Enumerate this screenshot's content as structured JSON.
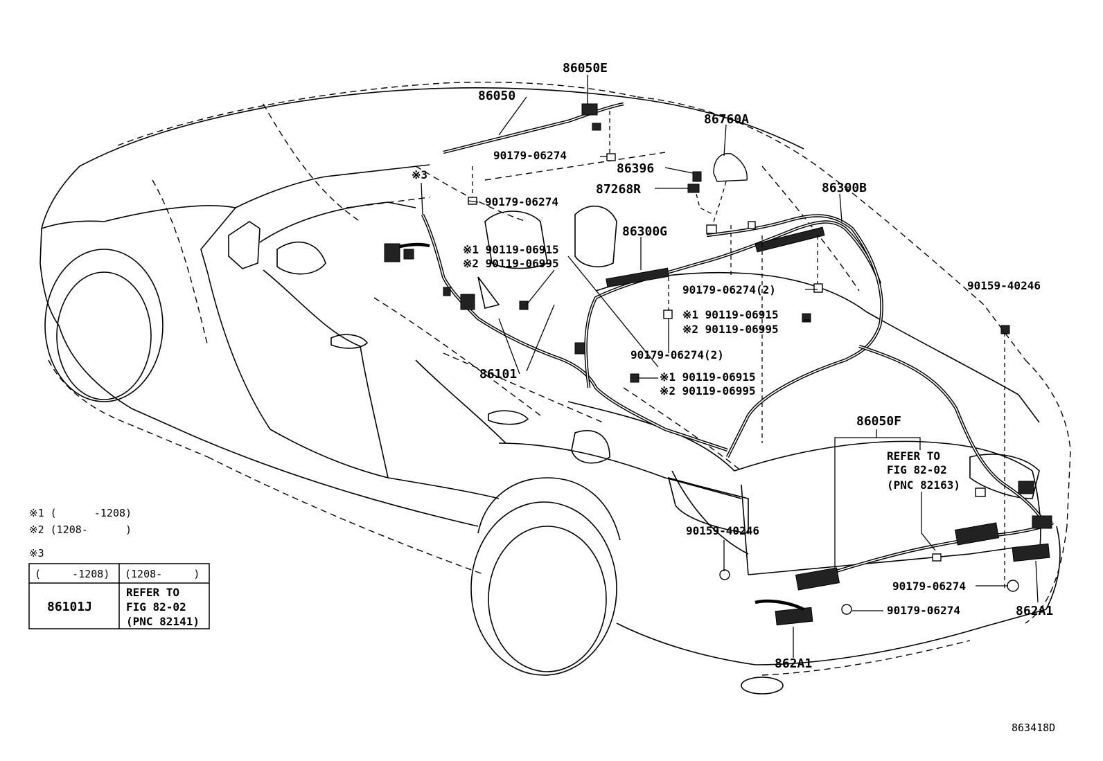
{
  "callouts": {
    "c86050E": "86050E",
    "c86050": "86050",
    "c86760A": "86760A",
    "c86396": "86396",
    "c87268R": "87268R",
    "c86300B": "86300B",
    "c86300G": "86300G",
    "c90179_a": "90179-06274",
    "c90179_b": "90179-06274",
    "c90179_c": "90179-06274(2)",
    "c90179_d": "90179-06274(2)",
    "c90179_e": "90179-06274",
    "c90179_f": "90179-06274",
    "c86101": "86101",
    "c3": "※3",
    "c1_06915_a": "※1 90119-06915",
    "c2_06995_a": "※2 90119-06995",
    "c1_06915_b": "※1 90119-06915",
    "c2_06995_b": "※2 90119-06995",
    "c1_06915_c": "※1 90119-06915",
    "c2_06995_c": "※2 90119-06995",
    "c90159_a": "90159-40246",
    "c90159_b": "90159-40246",
    "c86050F": "86050F",
    "refer_1": "REFER TO",
    "refer_2": "FIG 82-02",
    "refer_3": "(PNC 82163)",
    "c862A1_a": "862A1",
    "c862A1_b": "862A1"
  },
  "legend": {
    "note1": "※1 (      -1208)",
    "note2": "※2 (1208-      )",
    "note3": "※3",
    "table": {
      "header_left": "(     -1208)",
      "header_right": "(1208-     )",
      "cell_left": "86101J",
      "cell_right_1": "REFER TO",
      "cell_right_2": "FIG 82-02",
      "cell_right_3": "(PNC 82141)"
    }
  },
  "figure_id": "863418D"
}
